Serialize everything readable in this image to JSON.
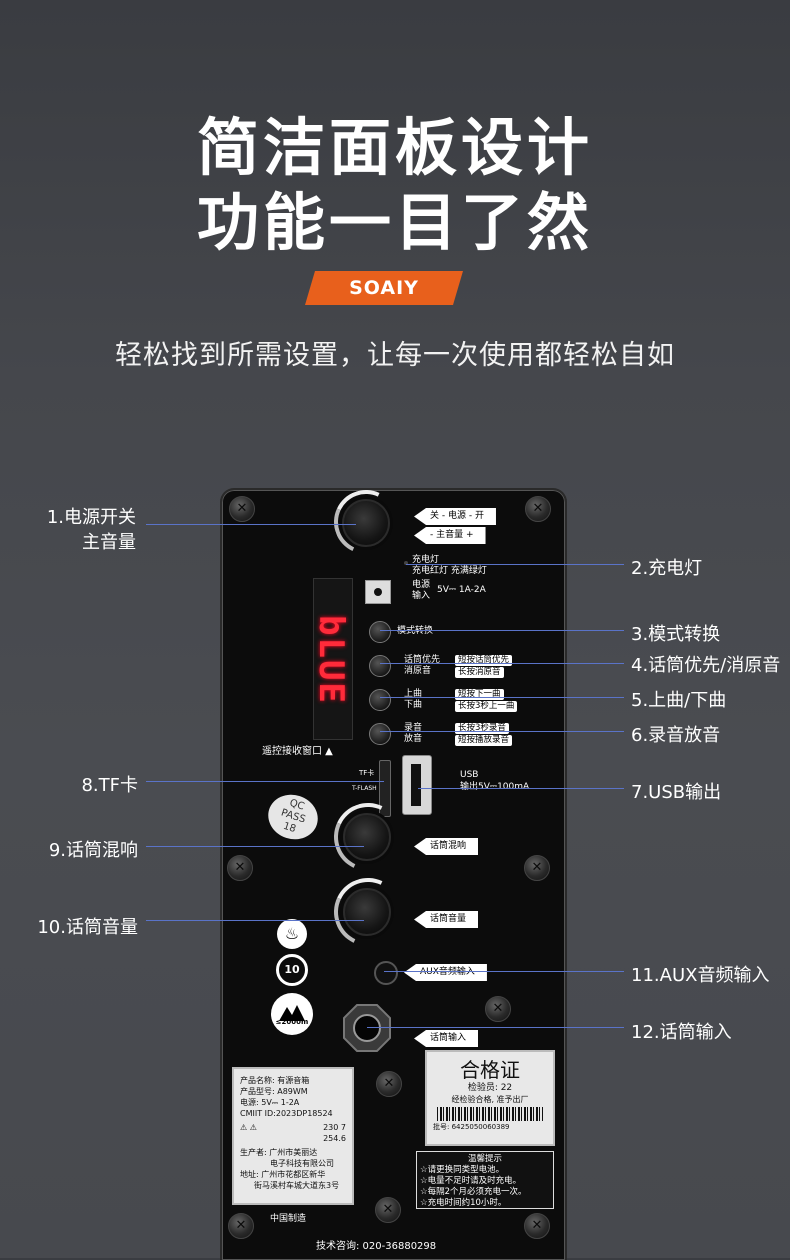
{
  "headline": {
    "line1": "简洁面板设计",
    "line2": "功能一目了然"
  },
  "brand": {
    "label": "SOAIY",
    "color": "#e8601c"
  },
  "subtitle": "轻松找到所需设置，让每一次使用都轻松自如",
  "callouts": {
    "c1a": "1.电源开关",
    "c1b": "主音量",
    "c2": "2.充电灯",
    "c3": "3.模式转换",
    "c4": "4.话筒优先/消原音",
    "c5": "5.上曲/下曲",
    "c6": "6.录音放音",
    "c7": "7.USB输出",
    "c8": "8.TF卡",
    "c9": "9.话筒混响",
    "c10": "10.话筒音量",
    "c11": "11.AUX音频输入",
    "c12": "12.话筒输入"
  },
  "panel": {
    "power_tag1": "关 - 电源 - 开",
    "power_tag2": "- 主音量 +",
    "charge_l1": "充电灯",
    "charge_l2": "充电红灯 充满绿灯",
    "dc_l1": "电源",
    "dc_l2": "输入",
    "dc_spec": "5V⎓ 1A-2A",
    "display_text": "bLUE",
    "mode_label": "模式转换",
    "mic_l1": "话筒优先",
    "mic_l2": "消原音",
    "mic_b1": "短按话筒优先",
    "mic_b2": "长按消原音",
    "track_l1": "上曲",
    "track_l2": "下曲",
    "track_b1": "短按下一曲",
    "track_b2": "长按3秒上一曲",
    "rec_l1": "录音",
    "rec_l2": "放音",
    "rec_b1": "长按3秒录音",
    "rec_b2": "短按播放录音",
    "ir_label": "遥控接收窗口 ▲",
    "tf_l1": "TF卡",
    "tf_l2": "T-FLASH",
    "usb_l1": "USB",
    "usb_l2": "输出5V⎓100mA",
    "qc_l1": "QC",
    "qc_l2": "PASS",
    "qc_l3": "18",
    "reverb_tag": "话筒混响",
    "volume_tag": "话筒音量",
    "aux_tag": "AUX音频输入",
    "micin_tag": "话筒输入",
    "badge_10": "10",
    "badge_alt": "≤2000m",
    "spec_rows": [
      "产品名称: 有源音箱",
      "产品型号: A89WM",
      "电源: 5V⎓ 1-2A",
      "CMIIT ID:2023DP18524"
    ],
    "spec_nums": [
      "230 7",
      "254.6"
    ],
    "maker_l1": "生产者: 广州市美丽达",
    "maker_l2": "电子科技有限公司",
    "addr_l1": "地址: 广州市花都区新华",
    "addr_l2": "街马溪村车城大道东3号",
    "made_in": "中国制造",
    "cert_title": "合格证",
    "cert_inspector": "检验员: 22",
    "cert_note": "经检验合格, 准予出厂",
    "cert_batch": "批号: 6425050060389",
    "tips_title": "温馨提示",
    "tips": [
      "☆请更换同类型电池。",
      "☆电量不足时请及时充电。",
      "☆每隔2个月必须充电一次。",
      "☆充电时间约10小时。"
    ],
    "hotline": "技术咨询: 020-36880298"
  }
}
